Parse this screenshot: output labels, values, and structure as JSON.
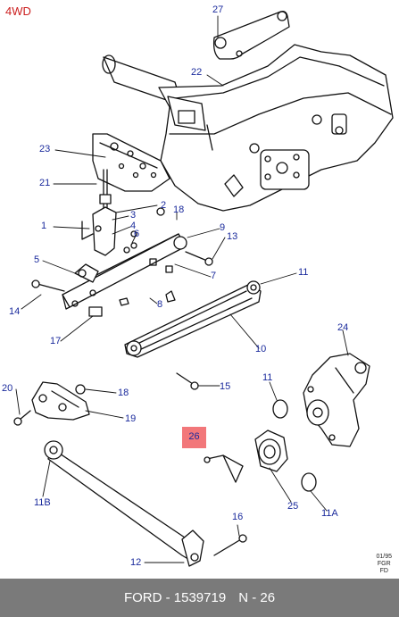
{
  "corner_tag": "4WD",
  "highlighted_part": "26",
  "labels": {
    "l27": "27",
    "l22": "22",
    "l23": "23",
    "l21": "21",
    "l2": "2",
    "l18a": "18",
    "l3": "3",
    "l1": "1",
    "l4": "4",
    "l6": "6",
    "l9": "9",
    "l13": "13",
    "l5": "5",
    "l7": "7",
    "l11a": "11",
    "l14": "14",
    "l8": "8",
    "l17": "17",
    "l10": "10",
    "l24": "24",
    "l20": "20",
    "l18b": "18",
    "l15": "15",
    "l11b": "11",
    "l19": "19",
    "l11B": "11B",
    "l25": "25",
    "l11A": "11A",
    "l16": "16",
    "l12": "12"
  },
  "drawing_code": [
    "01/95",
    "FGR",
    "FD"
  ],
  "footer": {
    "brand_part": "FORD - 1539719",
    "ref": "N - 26"
  }
}
